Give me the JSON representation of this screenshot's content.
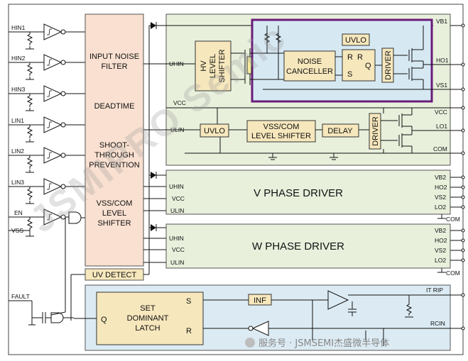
{
  "diagram": {
    "left_pins": [
      "HIN1",
      "HIN2",
      "HIN3",
      "LIN1",
      "LIN2",
      "LIN3",
      "EN",
      "VSS"
    ],
    "fault_pin": "FAULT",
    "input_block": {
      "line1": "INPUT NOISE",
      "line2": "FILTER",
      "line3": "DEADTIME",
      "line4": "SHOOT-",
      "line5": "THROUGH",
      "line6": "PREVENTION",
      "line7": "VSS/COM",
      "line8": "LEVEL",
      "line9": "SHIFTER"
    },
    "uv_detect": "UV DETECT",
    "u_phase": {
      "uhin": "UHIN",
      "vcc": "VCC",
      "ulin": "ULIN",
      "hv_shifter": [
        "HV",
        "LEVEL",
        "SHIFTER"
      ],
      "noise_canceller": [
        "NOISE",
        "CANCELLER"
      ],
      "uvlo_high": "UVLO",
      "latch_r1": "R",
      "latch_r2": "R",
      "latch_s": "S",
      "latch_q": "Q",
      "driver_high": "DRIVER",
      "uvlo_low": "UVLO",
      "vss_shifter": [
        "VSS/COM",
        "LEVEL SHIFTER"
      ],
      "delay": "DELAY",
      "driver_low": "DRIVER",
      "right_pins": [
        "VB1",
        "HO1",
        "VS1",
        "VCC",
        "LO1",
        "COM"
      ]
    },
    "v_phase": {
      "title": "V PHASE DRIVER",
      "inputs": [
        "UHIN",
        "VCC",
        "ULIN"
      ],
      "right_pins": [
        "VB2",
        "HO2",
        "VS2",
        "LO2"
      ],
      "com": "COM"
    },
    "w_phase": {
      "title": "W PHASE DRIVER",
      "inputs": [
        "UHIN",
        "VCC",
        "ULIN"
      ],
      "right_pins": [
        "VB2",
        "HO2",
        "VS2",
        "LO2"
      ],
      "com": "COM"
    },
    "fault_block": {
      "latch": [
        "SET",
        "DOMINANT",
        "LATCH"
      ],
      "s": "S",
      "q": "Q",
      "r": "R",
      "inf": "INF",
      "itrip": "IT RIP",
      "rcin": "RCIN"
    },
    "watermark": "JSMIPRO Semic",
    "footer_wechat": "服务号 · JSMSEMI杰盛微半导体"
  },
  "colors": {
    "input_block": "#f9e0d0",
    "phase_block": "#e8f0dc",
    "highside_box": "#d6e9f3",
    "highside_border": "#6a1b7a",
    "fault_block": "#dcebf3",
    "block_fill": "#f6e7bc"
  }
}
